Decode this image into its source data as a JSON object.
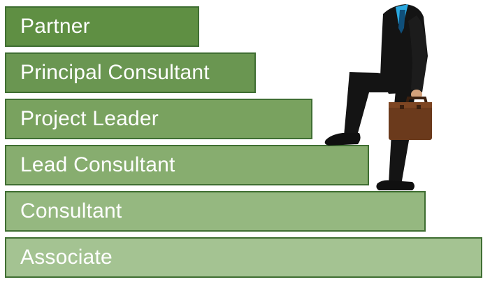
{
  "steps": [
    {
      "label": "Partner"
    },
    {
      "label": "Principal Consultant"
    },
    {
      "label": "Project Leader"
    },
    {
      "label": "Lead Consultant"
    },
    {
      "label": "Consultant"
    },
    {
      "label": "Associate"
    }
  ],
  "illustration": {
    "icon": "businessman-climbing-stairs-icon"
  },
  "colors": {
    "step_border": "#3f6e32",
    "step_darkest": "#5f8f43",
    "step_lightest": "#a4c392",
    "suit": "#141414",
    "shirt": "#2aa8e0",
    "briefcase": "#6b3a1c",
    "skin": "#d3a17a"
  }
}
